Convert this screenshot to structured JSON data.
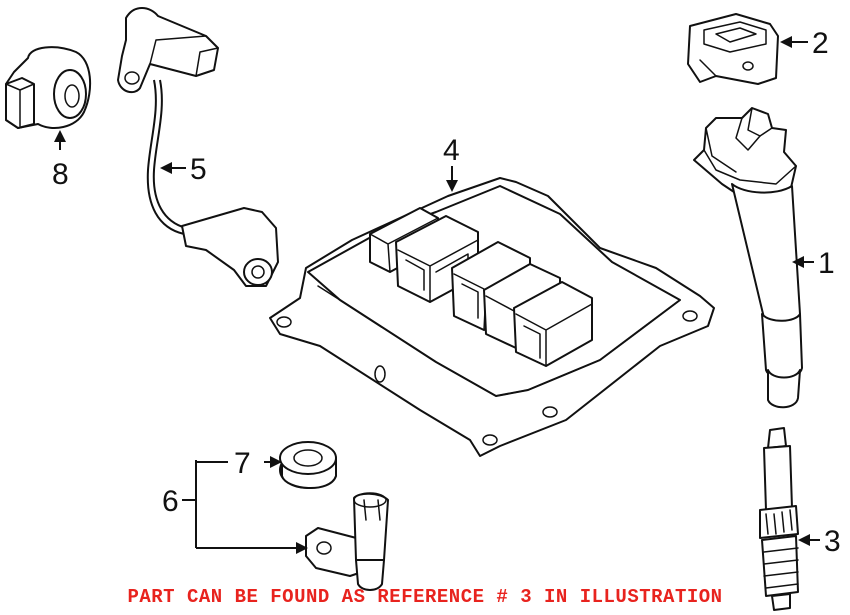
{
  "callouts": {
    "c1": "1",
    "c2": "2",
    "c3": "3",
    "c4": "4",
    "c5": "5",
    "c6": "6",
    "c7": "7",
    "c8": "8"
  },
  "notice": "PART CAN BE FOUND AS REFERENCE # 3 IN ILLUSTRATION",
  "colors": {
    "notice": "#e8231e",
    "line": "#111111"
  }
}
